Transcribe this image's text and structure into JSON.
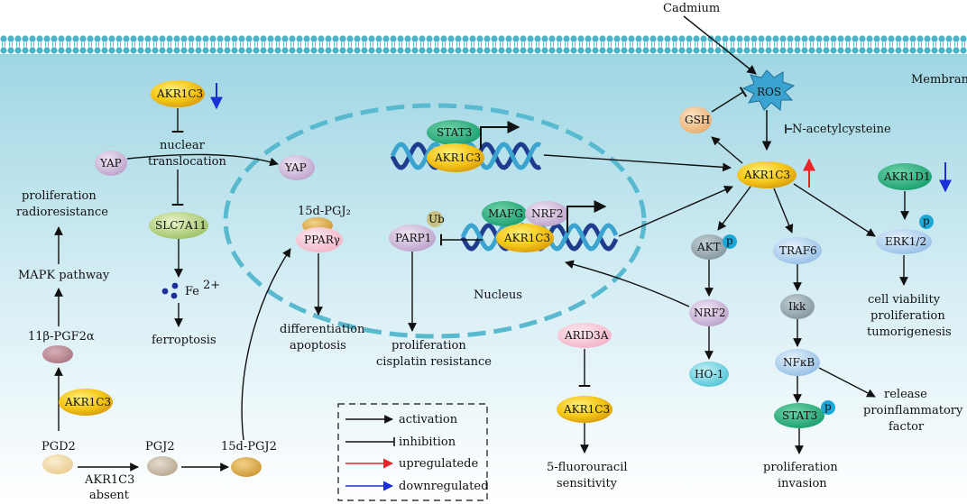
{
  "title_top": "Cadmium",
  "membrane_label": "Membrane",
  "nucleus_label": "Nucleus",
  "nodes": {
    "akr1c3_top": "AKR1C3",
    "yap_cyto": "YAP",
    "nuclear_translocation_1": "nuclear",
    "nuclear_translocation_2": "translocation",
    "yap_nuc": "YAP",
    "slc7a11": "SLC7A11",
    "fe": "Fe",
    "fe_sup": "2+",
    "ferroptosis": "ferroptosis",
    "prolif_radio_1": "proliferation",
    "prolif_radio_2": "radioresistance",
    "mapk": "MAPK pathway",
    "pgf2a": "11β-PGF2α",
    "akr1c3_left": "AKR1C3",
    "pgd2": "PGD2",
    "pgj2": "PGJ2",
    "pgj2_15d": "15d-PGJ2",
    "akr1c3_absent_1": "AKR1C3",
    "akr1c3_absent_2": "absent",
    "pgj2_15d_nuc": "15d-PGJ₂",
    "ppar": "PPARγ",
    "diff_1": "differentiation",
    "diff_2": "apoptosis",
    "stat3_nuc": "STAT3",
    "akr1c3_dna1": "AKR1C3",
    "mafg": "MAFG",
    "nrf2_nuc": "NRF2",
    "akr1c3_dna2": "AKR1C3",
    "ub": "Ub",
    "parp1": "PARP1",
    "prolif_cis_1": "proliferation",
    "prolif_cis_2": "cisplatin resistance",
    "ros": "ROS",
    "gsh": "GSH",
    "nac": "N-acetylcysteine",
    "akr1c3_center": "AKR1C3",
    "akr1d1": "AKR1D1",
    "akt": "AKT",
    "p": "p",
    "traf6": "TRAF6",
    "erk": "ERK1/2",
    "cell_1": "cell viability",
    "cell_2": "proliferation",
    "cell_3": "tumorigenesis",
    "nrf2": "NRF2",
    "ikk": "Ikk",
    "ho1": "HO-1",
    "nfkb": "NFκB",
    "release_1": "release",
    "release_2": "proinflammatory",
    "release_3": "factor",
    "stat3": "STAT3",
    "prolif_inv_1": "proliferation",
    "prolif_inv_2": "invasion",
    "arid3a": "ARID3A",
    "akr1c3_bottom": "AKR1C3",
    "fu_1": "5-fluorouracil",
    "fu_2": "sensitivity"
  },
  "legend": {
    "activation": "activation",
    "inhibition": "inhibition",
    "upregulated": "upregulatede",
    "downregulated": "downregulated"
  },
  "colors": {
    "membrane": "#49b3c8",
    "cytoplasm_top": "#a9dbe6",
    "akr1c3": "#f3c41a",
    "up_arrow": "#e8232a",
    "down_arrow": "#1a2fd6",
    "nucleus_dash": "#58b9cf"
  }
}
